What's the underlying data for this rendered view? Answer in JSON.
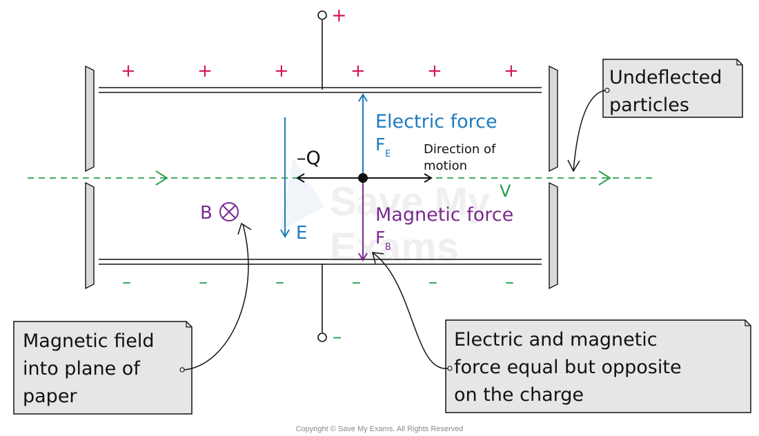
{
  "colors": {
    "positive": "#d4145a",
    "negative": "#1e9e4a",
    "electric": "#1b7bbf",
    "magnetic": "#7a2a8f",
    "black": "#111111",
    "box_fill": "#e6e6e6",
    "plate_fill": "#d9d9d9",
    "path": "#2aa04a"
  },
  "terminals": {
    "top": "+",
    "bottom": "–"
  },
  "plates": {
    "top_charges": [
      "+",
      "+",
      "+",
      "+",
      "+",
      "+"
    ],
    "bottom_charges": [
      "–",
      "–",
      "–",
      "–",
      "–",
      "–"
    ]
  },
  "labels": {
    "charge": "–Q",
    "electric_force": "Electric force",
    "f_letter": "F",
    "electric_sub": "E",
    "magnetic_force": "Magnetic force",
    "magnetic_sub": "B",
    "direction_line1": "Direction of",
    "direction_line2": "motion",
    "field_b": "B",
    "field_e": "E",
    "velocity": "V"
  },
  "callouts": {
    "undeflected": [
      "Undeflected",
      "particles"
    ],
    "magnetic_field": [
      "Magnetic field",
      "into plane of",
      "paper"
    ],
    "equal_forces": [
      "Electric and magnetic",
      "force equal but opposite",
      "on the charge"
    ]
  },
  "watermark": [
    "Save My",
    "Exams"
  ],
  "copyright": "Copyright © Save My Exams. All Rights Reserved"
}
